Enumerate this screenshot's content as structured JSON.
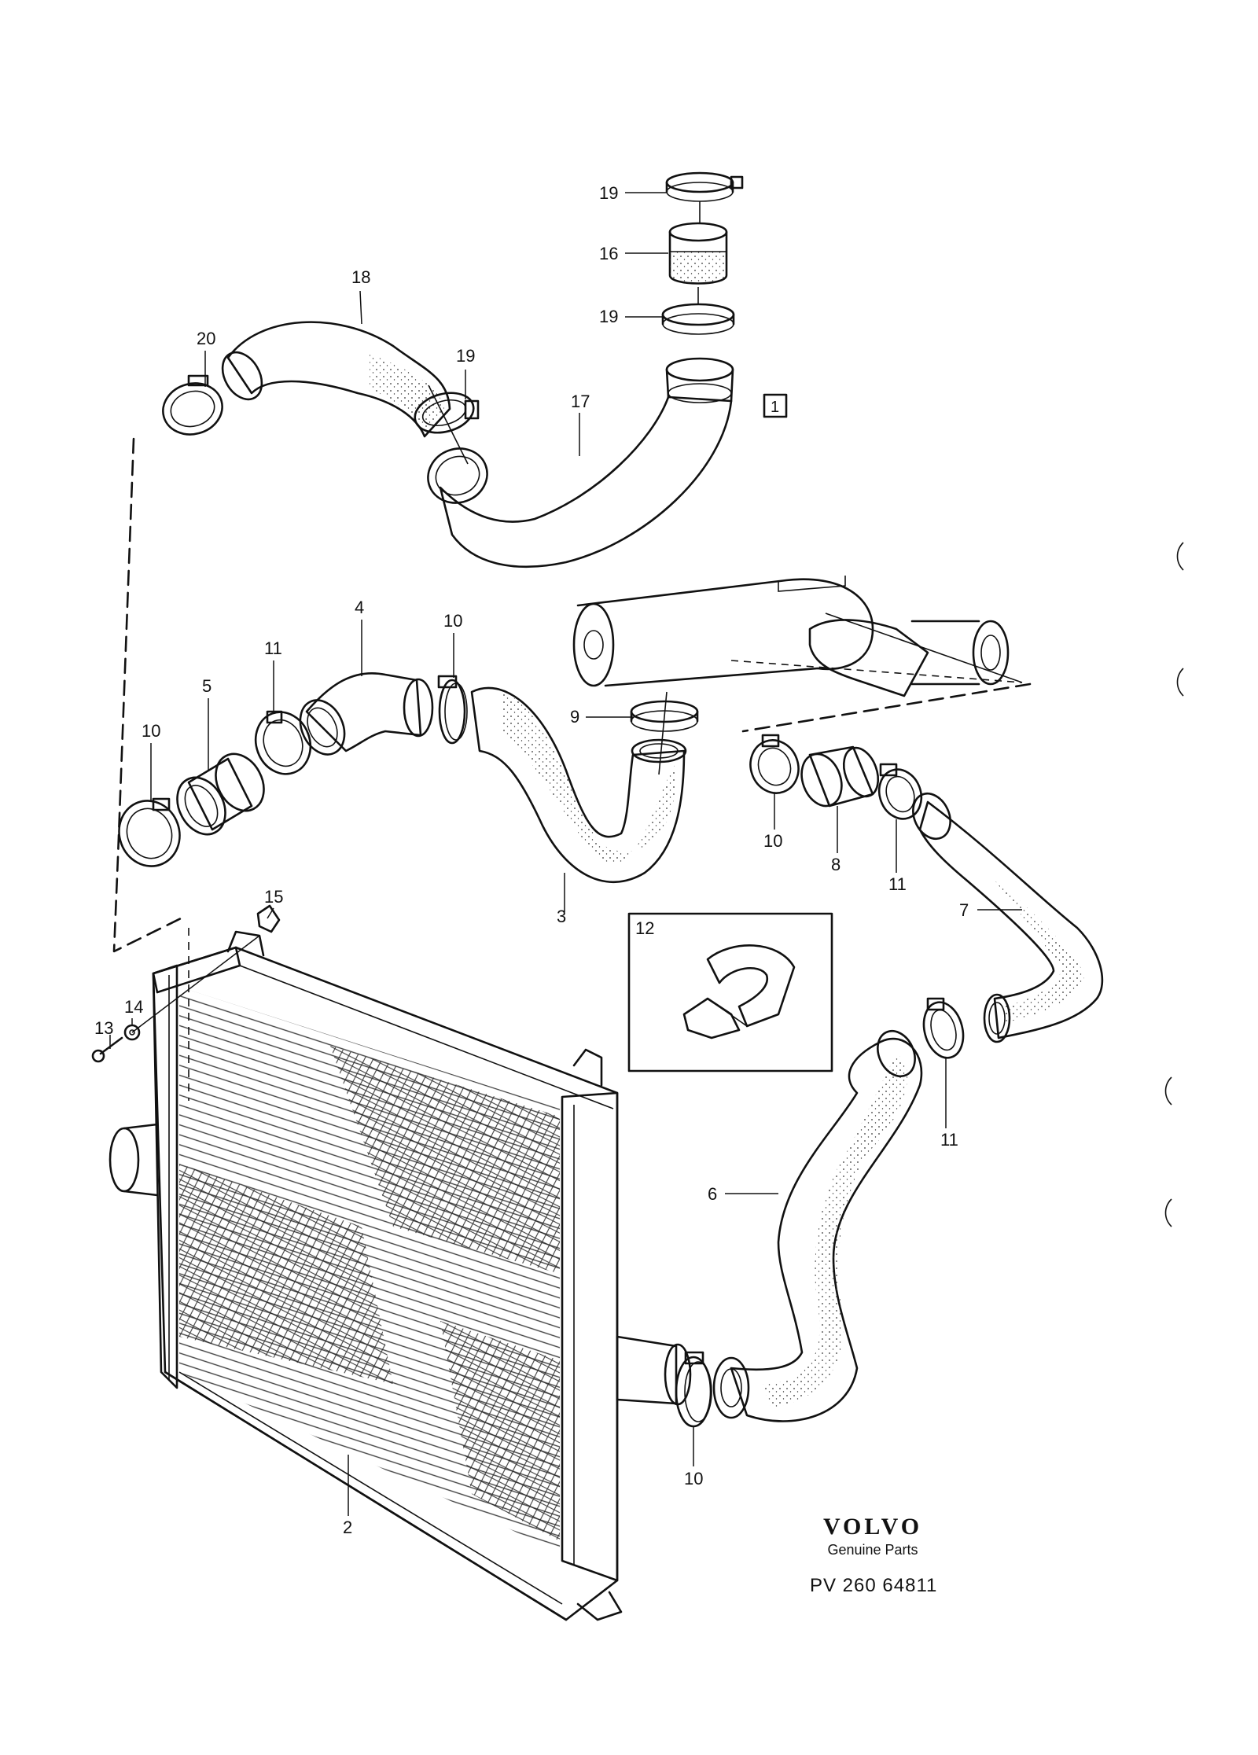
{
  "callouts": {
    "c1": "1",
    "c2": "2",
    "c3": "3",
    "c4": "4",
    "c5": "5",
    "c6": "6",
    "c7": "7",
    "c8": "8",
    "c9": "9",
    "c10a": "10",
    "c10b": "10",
    "c10c": "10",
    "c10d": "10",
    "c11a": "11",
    "c11b": "11",
    "c11c": "11",
    "c12": "12",
    "c13": "13",
    "c14": "14",
    "c15": "15",
    "c16": "16",
    "c17": "17",
    "c18": "18",
    "c19a": "19",
    "c19b": "19",
    "c19c": "19",
    "c20": "20"
  },
  "brand": {
    "logo": "VOLVO",
    "subtitle": "Genuine Parts",
    "part_number": "PV 260 64811"
  }
}
